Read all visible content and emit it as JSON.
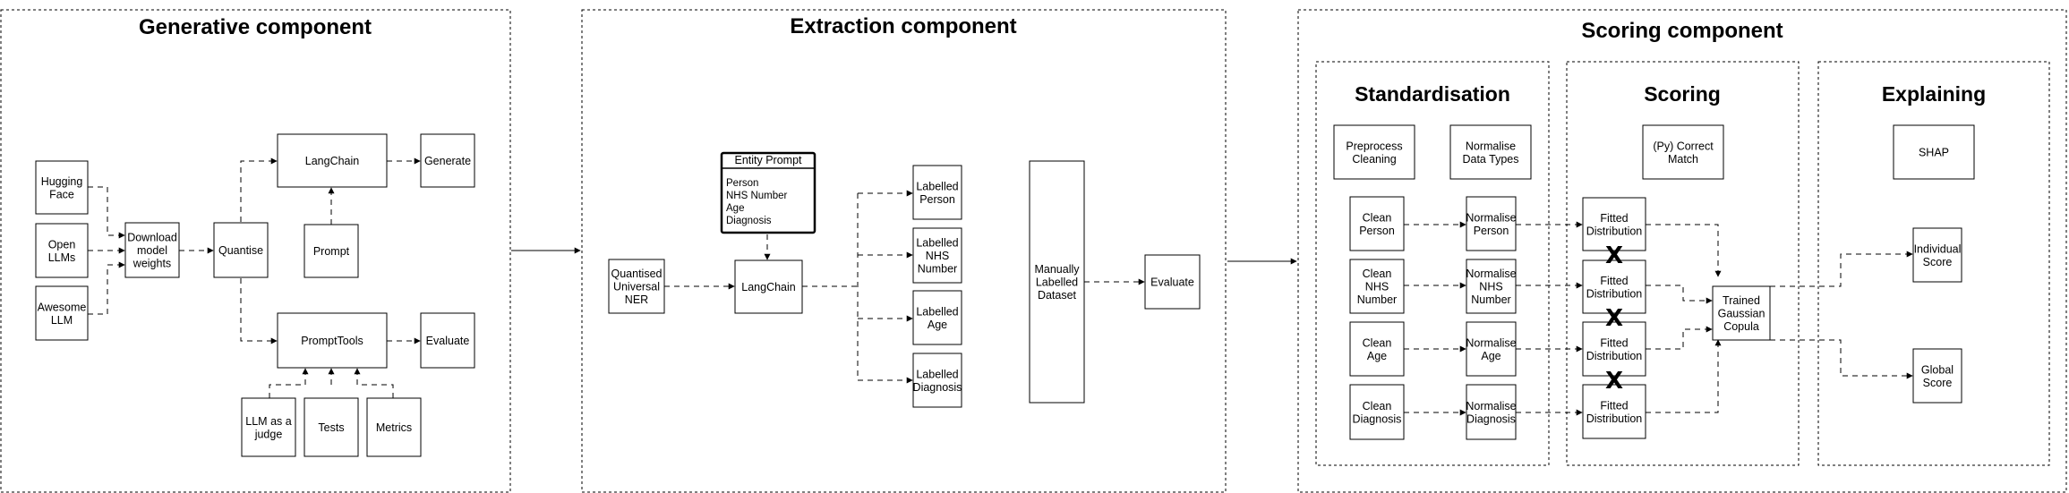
{
  "sections": {
    "generative": {
      "title": "Generative component"
    },
    "extraction": {
      "title": "Extraction component"
    },
    "scoring": {
      "title": "Scoring component",
      "standardisation": "Standardisation",
      "scoring": "Scoring",
      "explaining": "Explaining"
    }
  },
  "generative": {
    "hugging_face": [
      "Hugging",
      "Face"
    ],
    "open_llms": [
      "Open",
      "LLMs"
    ],
    "awesome_llm": [
      "Awesome",
      "LLM"
    ],
    "download": [
      "Download",
      "model",
      "weights"
    ],
    "quantise": [
      "Quantise"
    ],
    "langchain": [
      "LangChain"
    ],
    "generate": [
      "Generate"
    ],
    "prompt": [
      "Prompt"
    ],
    "prompttools": [
      "PromptTools"
    ],
    "evaluate": [
      "Evaluate"
    ],
    "llm_judge": [
      "LLM as a",
      "judge"
    ],
    "tests": [
      "Tests"
    ],
    "metrics": [
      "Metrics"
    ]
  },
  "extraction": {
    "entity_prompt": {
      "title": "Entity Prompt",
      "items": [
        "Person",
        "NHS Number",
        "Age",
        "Diagnosis"
      ]
    },
    "quantised_ner": [
      "Quantised",
      "Universal",
      "NER"
    ],
    "langchain": [
      "LangChain"
    ],
    "labelled_person": [
      "Labelled",
      "Person"
    ],
    "labelled_nhs": [
      "Labelled",
      "NHS",
      "Number"
    ],
    "labelled_age": [
      "Labelled",
      "Age"
    ],
    "labelled_diagnosis": [
      "Labelled",
      "Diagnosis"
    ],
    "manual_dataset": [
      "Manually",
      "Labelled",
      "Dataset"
    ],
    "evaluate": [
      "Evaluate"
    ]
  },
  "scoring": {
    "preprocess": [
      "Preprocess",
      "Cleaning"
    ],
    "normalise_types": [
      "Normalise",
      "Data Types"
    ],
    "clean_person": [
      "Clean",
      "Person"
    ],
    "clean_nhs": [
      "Clean",
      "NHS",
      "Number"
    ],
    "clean_age": [
      "Clean",
      "Age"
    ],
    "clean_diagnosis": [
      "Clean",
      "Diagnosis"
    ],
    "norm_person": [
      "Normalise",
      "Person"
    ],
    "norm_nhs": [
      "Normalise",
      "NHS",
      "Number"
    ],
    "norm_age": [
      "Normalise",
      "Age"
    ],
    "norm_diagnosis": [
      "Normalise",
      "Diagnosis"
    ],
    "py_correct": [
      "(Py) Correct",
      "Match"
    ],
    "fitted": [
      "Fitted",
      "Distribution"
    ],
    "copula": [
      "Trained",
      "Gaussian",
      "Copula"
    ],
    "shap": [
      "SHAP"
    ],
    "individual": [
      "Individual",
      "Score"
    ],
    "global": [
      "Global",
      "Score"
    ],
    "x_mark": "X"
  }
}
